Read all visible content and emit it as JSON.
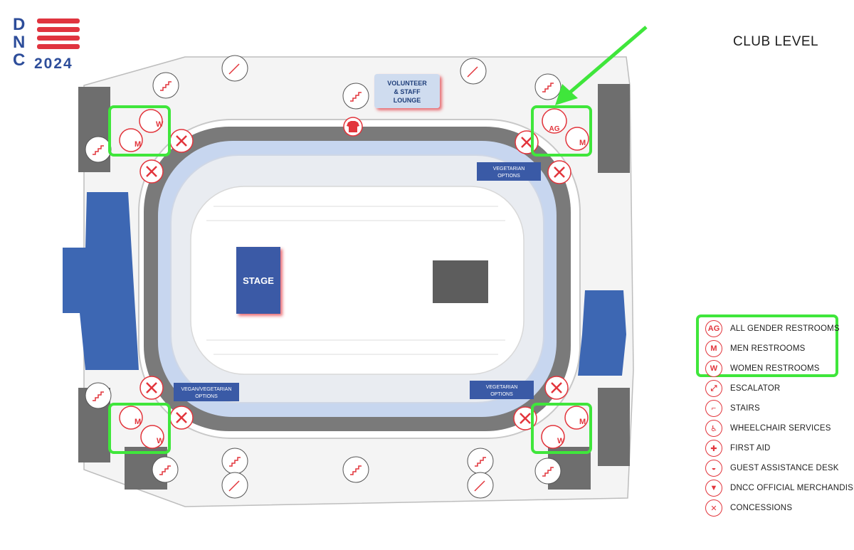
{
  "logo": {
    "letters": [
      "D",
      "N",
      "C"
    ],
    "year": "2024"
  },
  "level_title": "CLUB LEVEL",
  "map": {
    "stage_label": "STAGE",
    "lounge_label": [
      "VOLUNTEER",
      "& STAFF",
      "LOUNGE"
    ],
    "food_tags": [
      {
        "lines": [
          "VEGETARIAN",
          "OPTIONS"
        ]
      },
      {
        "lines": [
          "VEGAN/VEGETARIAN",
          "OPTIONS"
        ]
      },
      {
        "lines": [
          "VEGETARIAN",
          "OPTIONS"
        ]
      }
    ],
    "restroom_letters": {
      "all_gender": "AG",
      "men": "M",
      "women": "W"
    },
    "colors": {
      "accent_red": "#e2353c",
      "highlight_green": "#3fe63b",
      "club_blue": "#3d67b3",
      "tag_blue": "#3a5aa6"
    }
  },
  "legend": {
    "items": [
      {
        "icon": "all-gender-restroom-icon",
        "glyph": "AG",
        "label": "ALL GENDER RESTROOMS"
      },
      {
        "icon": "men-restroom-icon",
        "glyph": "M",
        "label": "MEN RESTROOMS"
      },
      {
        "icon": "women-restroom-icon",
        "glyph": "W",
        "label": "WOMEN RESTROOMS"
      },
      {
        "icon": "escalator-icon",
        "glyph": "⤢",
        "label": "ESCALATOR"
      },
      {
        "icon": "stairs-icon",
        "glyph": "⌐",
        "label": "STAIRS"
      },
      {
        "icon": "wheelchair-icon",
        "glyph": "♿",
        "label": "WHEELCHAIR SERVICES"
      },
      {
        "icon": "first-aid-icon",
        "glyph": "✚",
        "label": "FIRST AID"
      },
      {
        "icon": "guest-assistance-icon",
        "glyph": "◒",
        "label": "GUEST ASSISTANCE DESK"
      },
      {
        "icon": "merchandise-icon",
        "glyph": "▼",
        "label": "DNCC OFFICIAL MERCHANDISE"
      },
      {
        "icon": "concessions-icon",
        "glyph": "✕",
        "label": "CONCESSIONS"
      }
    ]
  }
}
